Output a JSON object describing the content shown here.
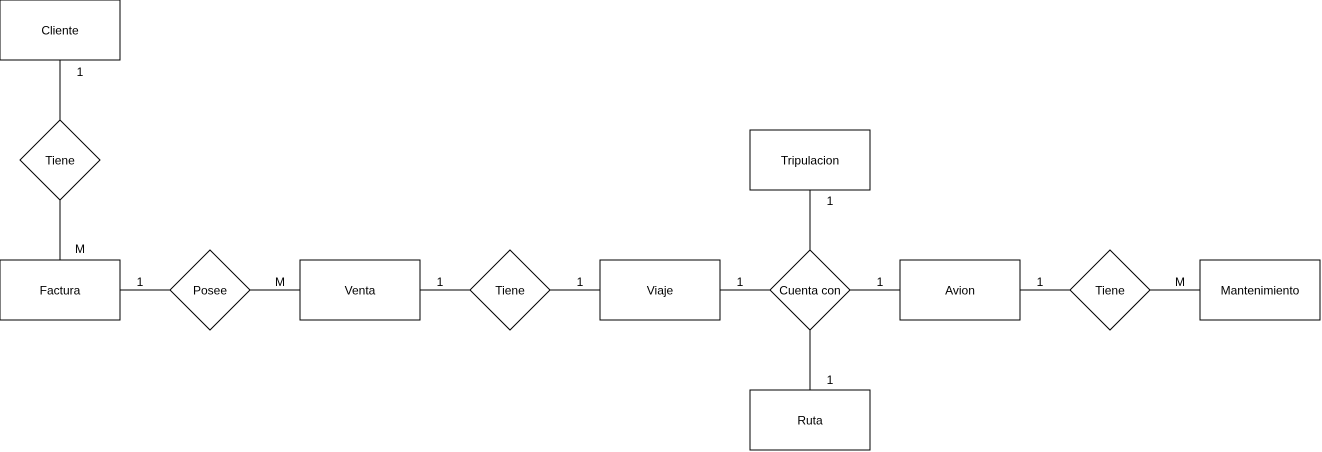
{
  "entities": {
    "cliente": "Cliente",
    "factura": "Factura",
    "venta": "Venta",
    "viaje": "Viaje",
    "tripulacion": "Tripulacion",
    "ruta": "Ruta",
    "avion": "Avion",
    "mantenimiento": "Mantenimiento"
  },
  "relationships": {
    "cliente_factura": "Tiene",
    "factura_venta": "Posee",
    "venta_viaje": "Tiene",
    "viaje_cuenta": "Cuenta con",
    "avion_mantenimiento": "Tiene"
  },
  "cardinalities": {
    "cliente_tiene": "1",
    "tiene_factura": "M",
    "factura_posee": "1",
    "posee_venta": "M",
    "venta_tiene": "1",
    "tiene_viaje": "1",
    "viaje_cuenta": "1",
    "cuenta_avion": "1",
    "tripulacion_cuenta": "1",
    "ruta_cuenta": "1",
    "avion_tiene": "1",
    "tiene_mantenimiento": "M"
  }
}
